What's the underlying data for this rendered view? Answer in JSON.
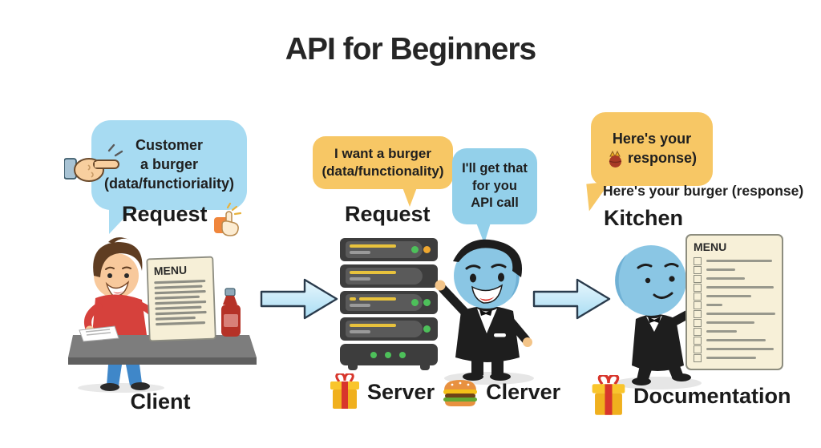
{
  "title": "API for Beginners",
  "client_section": {
    "speech_bubble": [
      "Customer",
      "a burger",
      "(data/functioriality)"
    ],
    "request_label": "Request",
    "menu_title": "MENU",
    "figure_label": "Client"
  },
  "server_section": {
    "request_bubble": [
      "I want a burger",
      "(data/functionality)"
    ],
    "request_label": "Request",
    "waiter_bubble": [
      "I'll get that",
      "for you",
      "API call"
    ],
    "server_label": "Server",
    "clerver_label": "Clerver"
  },
  "kitchen_section": {
    "response_bubble_line1": "Here's your",
    "response_bubble_line2": "response)",
    "response_caption": "Here's your burger (response)",
    "kitchen_label": "Kitchen",
    "menu_title": "MENU",
    "documentation_label": "Documentation"
  },
  "icons": {
    "pointing_hand": "pointing-hand-icon",
    "click_tap": "click-tap-icon",
    "gift": "gift-icon",
    "burger": "burger-icon",
    "response_bag": "burger-bag-icon"
  },
  "colors": {
    "blue_bubble": "#a7dbf2",
    "waiter_bubble_blue": "#93d0ea",
    "yellow_bubble": "#f7c765",
    "arrow_fill": "#bfe4f6",
    "arrow_outline": "#2a3b4c",
    "text": "#1f1f1f"
  }
}
